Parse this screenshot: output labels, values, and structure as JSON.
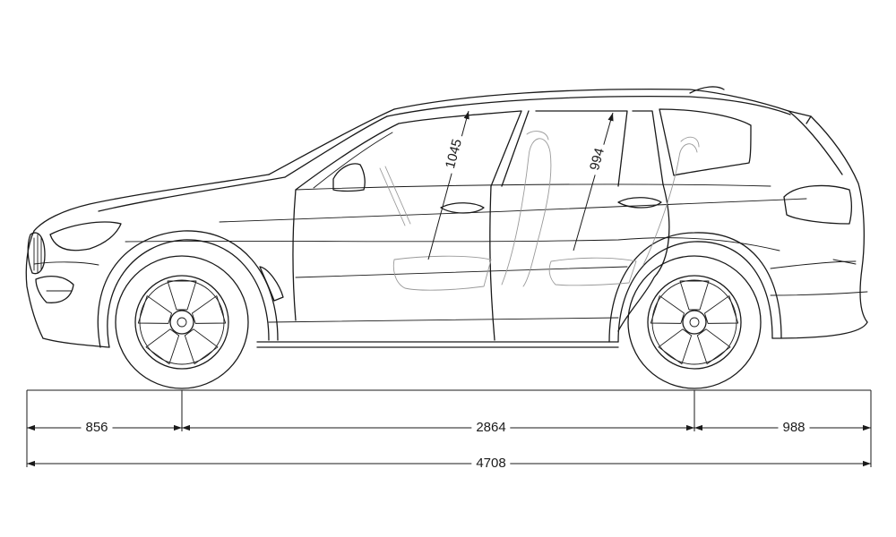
{
  "dimensions": {
    "front_overhang": "856",
    "wheelbase": "2864",
    "rear_overhang": "988",
    "overall_length": "4708",
    "front_headroom": "1045",
    "rear_headroom": "994"
  },
  "colors": {
    "line": "#1a1a1a",
    "ghost": "#9a9a9a",
    "background": "#ffffff"
  }
}
